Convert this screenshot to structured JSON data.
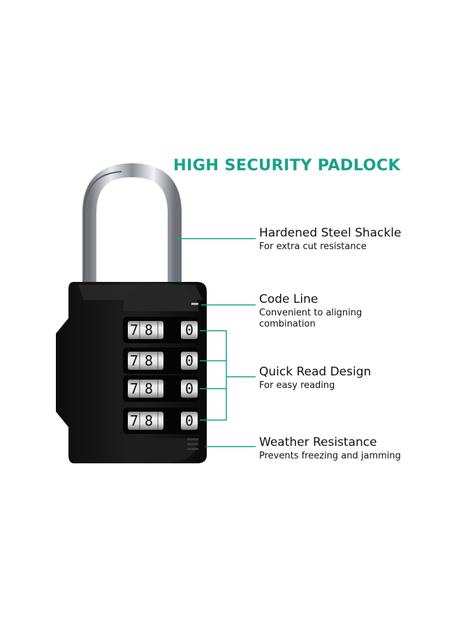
{
  "headline": "HIGH SECURITY PADLOCK",
  "colors": {
    "accent": "#17a387",
    "body": "#141414",
    "dial": "#cfcfcf",
    "text": "#111111"
  },
  "features": [
    {
      "title": "Hardened Steel Shackle",
      "desc": "For extra cut resistance"
    },
    {
      "title": "Code Line",
      "desc": "Convenient to aligning combination"
    },
    {
      "title": "Quick Read Design",
      "desc": "For easy reading"
    },
    {
      "title": "Weather Resistance",
      "desc": "Prevents freezing and jamming"
    }
  ],
  "dials": [
    {
      "left": "7",
      "middle": "8",
      "right": "0"
    },
    {
      "left": "7",
      "middle": "8",
      "right": "0"
    },
    {
      "left": "7",
      "middle": "8",
      "right": "0"
    },
    {
      "left": "7",
      "middle": "8",
      "right": "0"
    }
  ]
}
